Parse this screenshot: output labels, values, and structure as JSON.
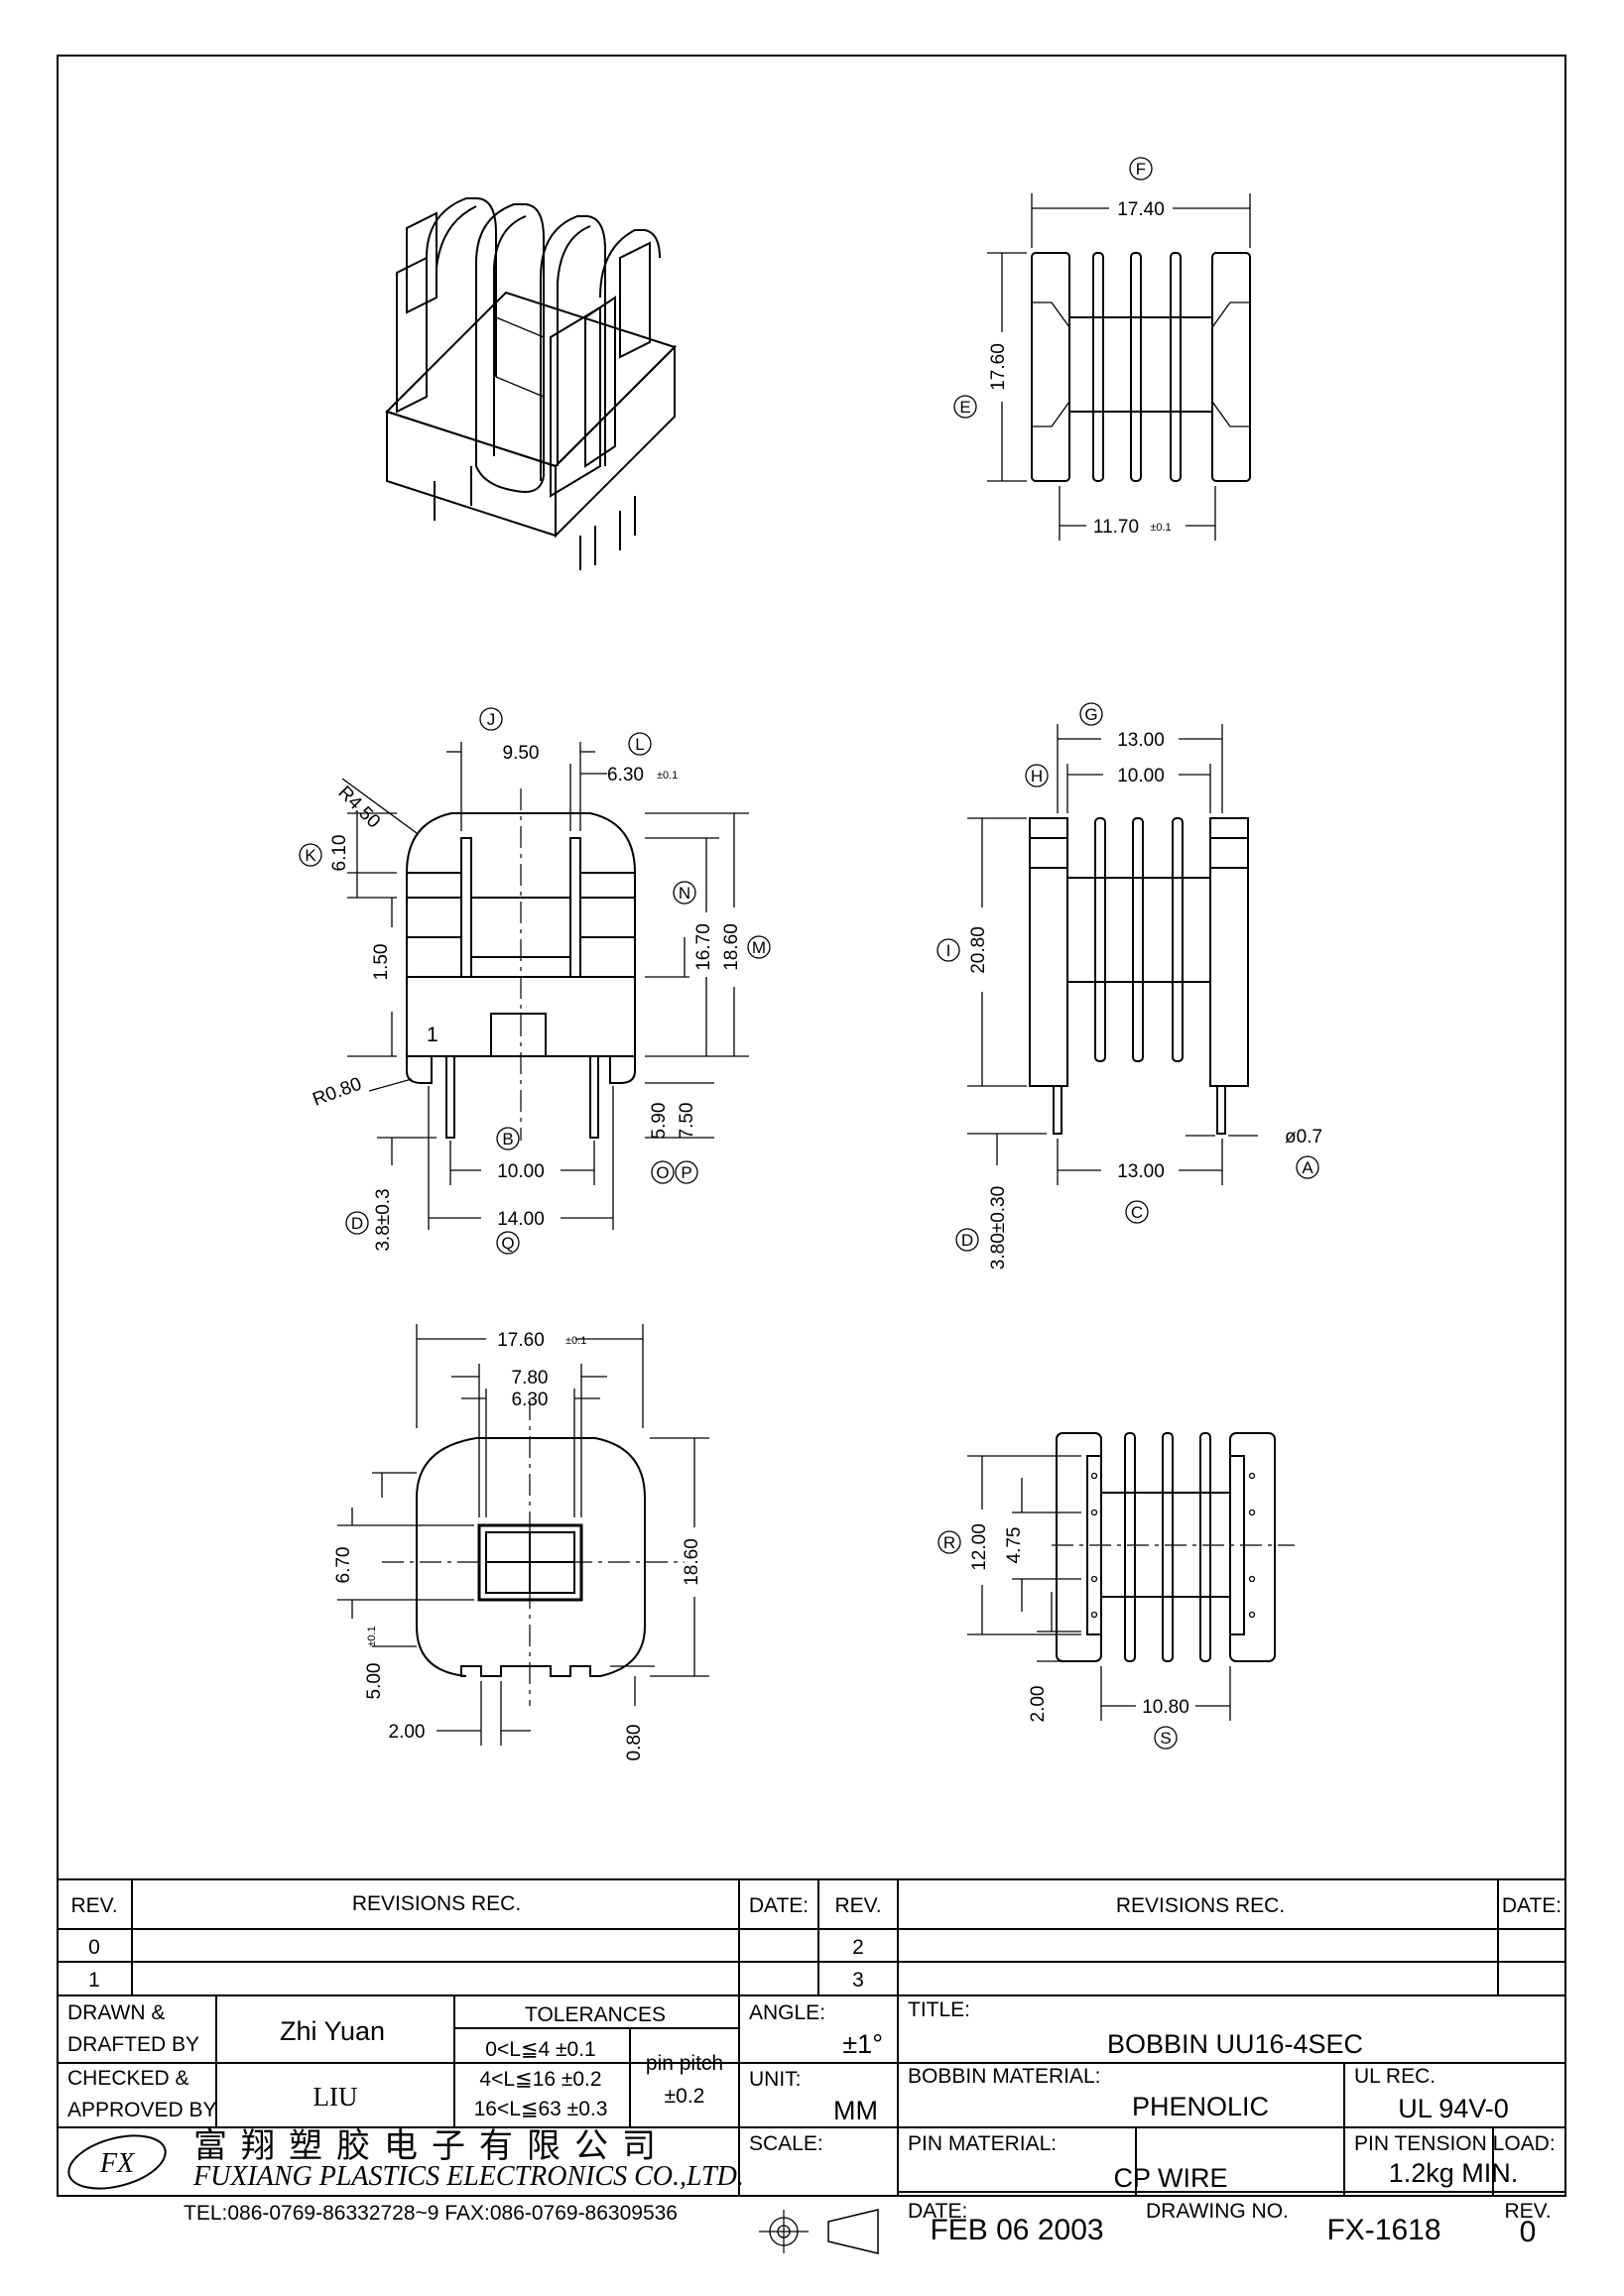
{
  "views": {
    "top": {
      "dims": [
        "17.40",
        "17.60",
        "11.70",
        "±0.1"
      ],
      "markers": [
        "F",
        "E"
      ]
    },
    "front": {
      "dims": [
        "9.50",
        "6.30",
        "±0.1",
        "R4.50",
        "6.10",
        "1.50",
        "16.70",
        "18.60",
        "R0.80",
        "5.90",
        "7.50",
        "10.00",
        "14.00",
        "3.8±0.3"
      ],
      "markers": [
        "J",
        "L",
        "K",
        "N",
        "M",
        "B",
        "O",
        "P",
        "D",
        "Q"
      ],
      "pin_label": "1"
    },
    "side": {
      "dims": [
        "13.00",
        "10.00",
        "20.80",
        "ø0.7",
        "13.00",
        "3.80±0.30"
      ],
      "markers": [
        "G",
        "H",
        "I",
        "A",
        "C",
        "D"
      ]
    },
    "bottom": {
      "dims": [
        "17.60",
        "±0.1",
        "7.80",
        "6.30",
        "6.70",
        "18.60",
        "5.00",
        "±0.1",
        "2.00",
        "0.80"
      ]
    },
    "detail": {
      "dims": [
        "12.00",
        "4.75",
        "2.00",
        "10.80"
      ],
      "markers": [
        "R",
        "S"
      ]
    }
  },
  "title_block": {
    "revisions_headers": {
      "rev": "REV.",
      "revisions_rec": "REVISIONS   REC.",
      "date": "DATE:"
    },
    "revision_numbers": [
      "0",
      "1",
      "2",
      "3"
    ],
    "drawn_label": [
      "DRAWN  &",
      "DRAFTED  BY"
    ],
    "drawn_value": "Zhi  Yuan",
    "checked_label": [
      "CHECKED  &",
      "APPROVED  BY"
    ],
    "checked_value": "LIU",
    "tolerances_label": "TOLERANCES",
    "tolerance_rows": [
      "0<L≦4    ±0.1",
      "4<L≦16  ±0.2",
      "16<L≦63  ±0.3"
    ],
    "pin_pitch_label": "pin  pitch",
    "pin_pitch_value": "±0.2",
    "angle_label": "ANGLE:",
    "angle_value": "±1°",
    "unit_label": "UNIT:",
    "unit_value": "MM",
    "scale_label": "SCALE:",
    "title_label": "TITLE:",
    "title_value": "BOBBIN  UU16-4SEC",
    "bobbin_material_label": "BOBBIN  MATERIAL:",
    "bobbin_material_value": "PHENOLIC",
    "ul_rec_label": "UL  REC.",
    "ul_rec_value": "UL  94V-0",
    "pin_material_label": "PIN  MATERIAL:",
    "pin_material_value": "CP  WIRE",
    "pin_tension_label": "PIN  TENSION  LOAD:",
    "pin_tension_value": "1.2kg  MIN.",
    "date_label": "DATE:",
    "date_value": "FEB  06  2003",
    "drawing_no_label": "DRAWING  NO.",
    "drawing_no_value": "FX-1618",
    "rev_label": "REV.",
    "rev_value": "0",
    "company_cn": "富翔塑胶电子有限公司",
    "company_en": "FUXIANG  PLASTICS  ELECTRONICS  CO.,LTD.",
    "company_contact": "TEL:086-0769-86332728~9   FAX:086-0769-86309536",
    "logo_text": "FX"
  }
}
